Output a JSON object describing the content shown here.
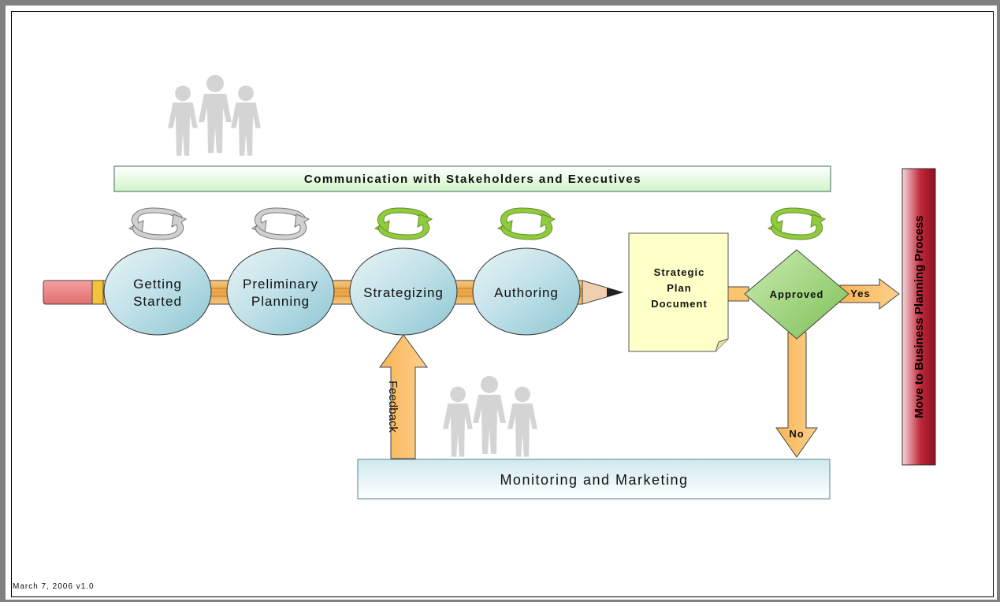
{
  "top_bar": {
    "label": "Communication with Stakeholders and Executives"
  },
  "stages": [
    {
      "line1": "Getting",
      "line2": "Started"
    },
    {
      "line1": "Preliminary",
      "line2": "Planning"
    },
    {
      "line1": "Strategizing",
      "line2": ""
    },
    {
      "line1": "Authoring",
      "line2": ""
    }
  ],
  "document": {
    "line1": "Strategic",
    "line2": "Plan",
    "line3": "Document"
  },
  "decision": {
    "label": "Approved",
    "yes": "Yes",
    "no": "No"
  },
  "feedback": {
    "label": "Feedback"
  },
  "bottom_bar": {
    "label": "Monitoring and Marketing"
  },
  "side_bar": {
    "label": "Move to Business Planning Process"
  },
  "footer": {
    "text": "March 7, 2006 v1.0"
  },
  "colors": {
    "ellipse_fill": "#bfe0e8",
    "green_cycle": "#8fcc3c",
    "gray_cycle": "#c8c8c8",
    "arrow_fill": "#fcc46c",
    "diamond_fill": "#98cf6c",
    "document_fill": "#ffffc8",
    "side_bar_fill": "#c0283a"
  }
}
